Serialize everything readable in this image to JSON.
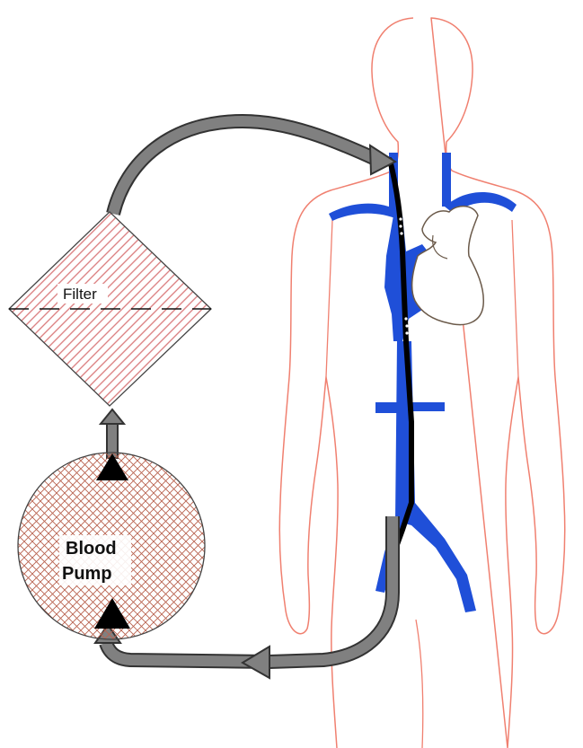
{
  "labels": {
    "filter": "Filter",
    "pump_line1": "Blood",
    "pump_line2": "Pump"
  },
  "colors": {
    "body_outline": "#f08070",
    "vessels": "#1f4fd8",
    "catheter": "#000000",
    "tubing": "#808080",
    "tubing_edge": "#333333",
    "filter_hatch": "#d9797a",
    "pump_hatch": "#b9624f",
    "heart_outline": "#6b5a4a"
  }
}
